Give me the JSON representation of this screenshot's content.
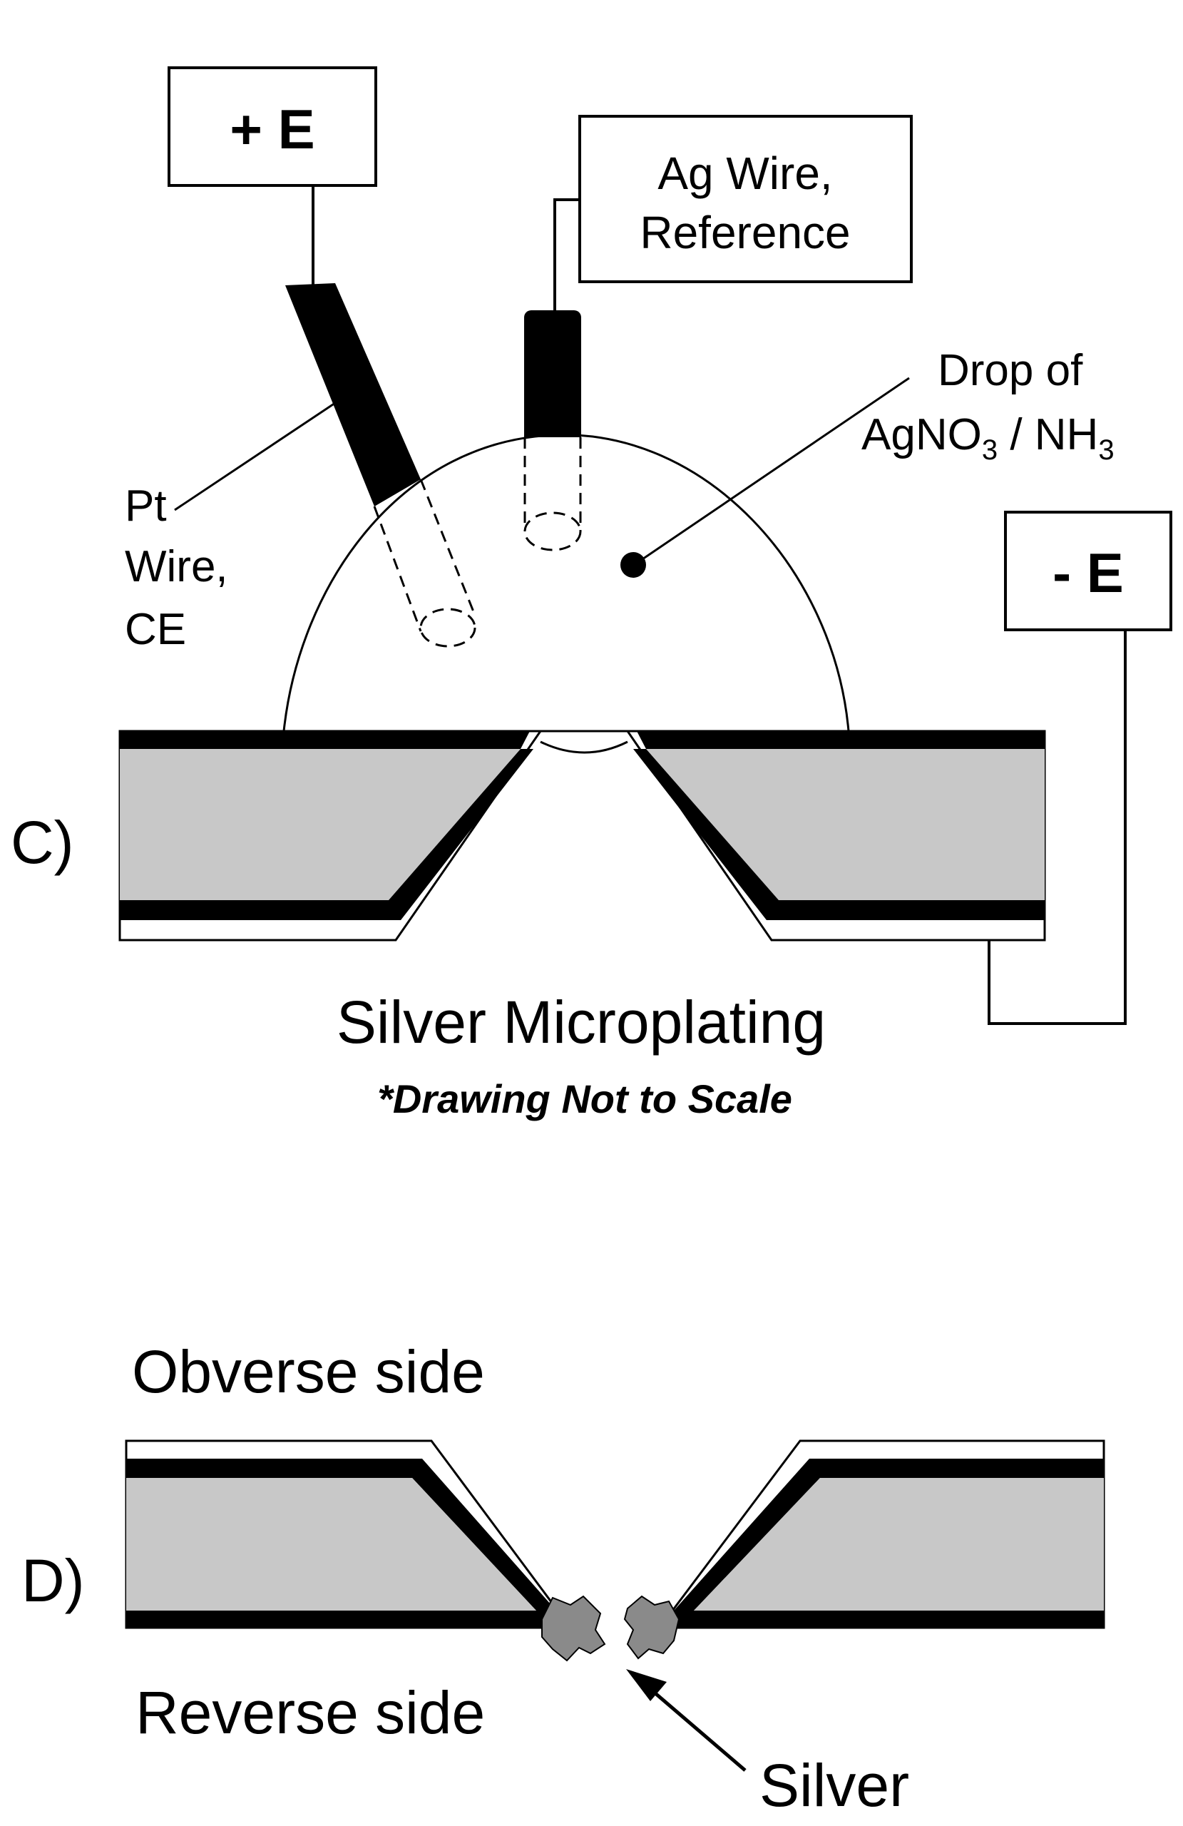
{
  "panel_c": {
    "panel_label": "C)",
    "positive_box": "+ E",
    "negative_box": "- E",
    "ref_label_line1": "Ag Wire,",
    "ref_label_line2": "Reference",
    "drop_label_line1": "Drop of",
    "drop_label_line2_parts": [
      "AgNO",
      "3",
      " / NH",
      "3"
    ],
    "pt_label_line1": "Pt",
    "pt_label_line2": "Wire,",
    "pt_label_line3": "CE",
    "caption": "Silver Microplating",
    "note": "*Drawing Not to Scale"
  },
  "panel_d": {
    "panel_label": "D)",
    "obverse": "Obverse side",
    "reverse": "Reverse side",
    "silver": "Silver"
  },
  "colors": {
    "substrate": "#c8c8c8",
    "layer": "#000000",
    "silver_deposit": "#8a8a8a",
    "background": "#ffffff"
  }
}
